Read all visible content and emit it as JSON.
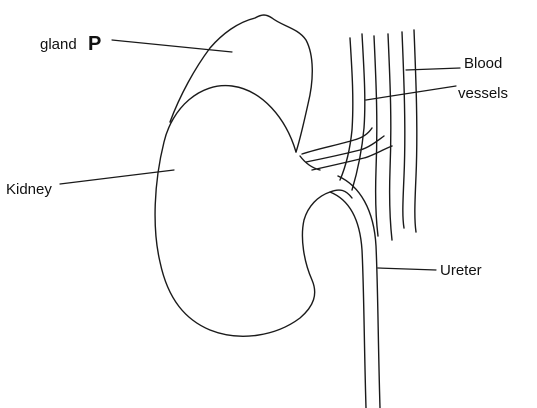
{
  "labels": {
    "gland_prefix": "gland",
    "gland_letter": "P",
    "blood_vessels_line1": "Blood",
    "blood_vessels_line2": "vessels",
    "kidney": "Kidney",
    "ureter": "Ureter"
  },
  "colors": {
    "line": "#1a1a1a",
    "background": "#ffffff"
  }
}
